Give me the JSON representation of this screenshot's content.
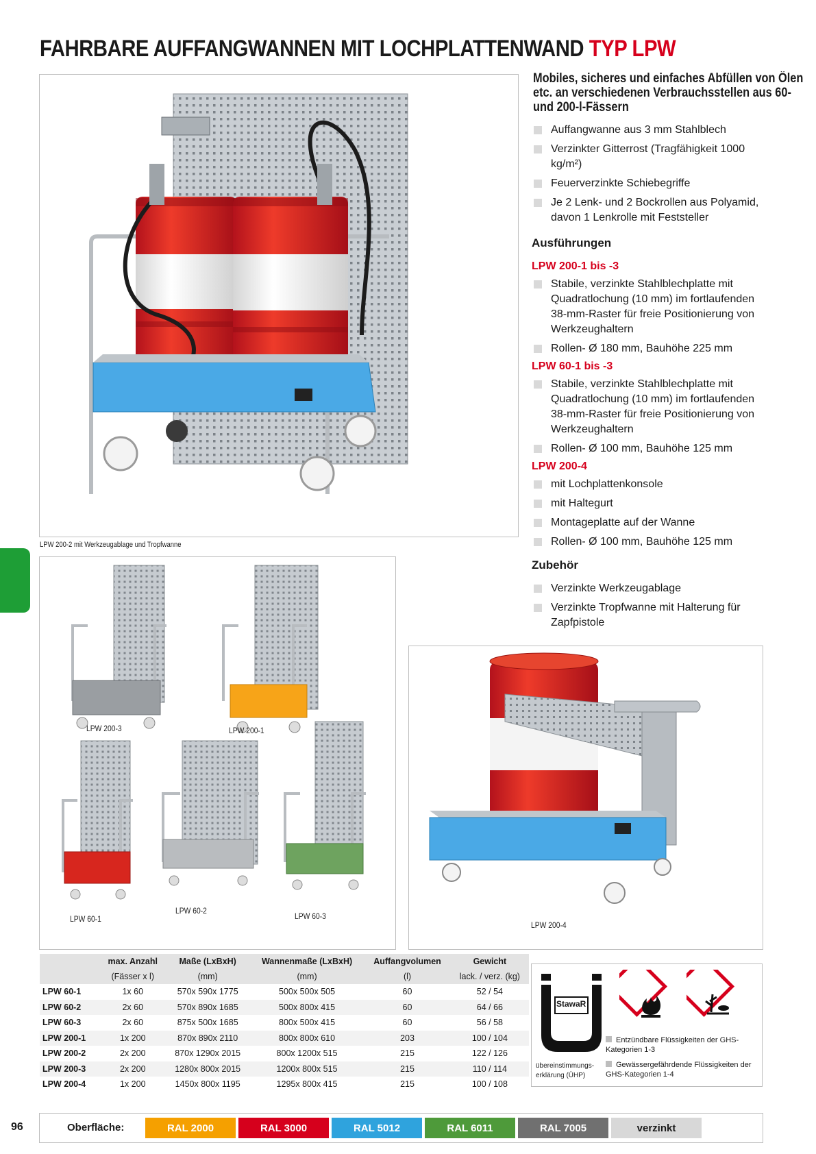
{
  "title": {
    "main": "FAHRBARE AUFFANGWANNEN MIT LOCHPLATTENWAND ",
    "accent": "TYP LPW"
  },
  "intro": "Mobiles, sicheres und einfaches Abfüllen von Ölen etc. an verschiedenen Verbrauchsstellen aus 60- und 200-l-Fässern",
  "features": [
    "Auffangwanne aus 3 mm Stahlblech",
    "Verzinkter Gitterrost (Tragfähigkeit 1000 kg/m²)",
    "Feuerverzinkte Schiebegriffe",
    "Je 2 Lenk- und 2 Bockrollen aus Polyamid, davon 1 Lenkrolle mit Feststeller"
  ],
  "ausfuehrungen": {
    "heading": "Ausführungen",
    "groups": [
      {
        "title": "LPW 200-1 bis -3",
        "items": [
          "Stabile, verzinkte Stahlblechplatte mit Quadratlochung (10 mm) im fortlaufenden 38-mm-Raster für freie Positionierung von Werkzeughaltern",
          "Rollen- Ø 180 mm, Bauhöhe 225 mm"
        ]
      },
      {
        "title": "LPW 60-1 bis -3",
        "items": [
          "Stabile, verzinkte Stahlblechplatte mit Quadratlochung (10 mm) im fortlaufenden 38-mm-Raster für freie Positionierung von Werkzeughaltern",
          "Rollen- Ø 100 mm, Bauhöhe 125 mm"
        ]
      },
      {
        "title": "LPW 200-4",
        "items": [
          "mit Lochplattenkonsole",
          "mit Haltegurt",
          "Montageplatte auf der Wanne",
          "Rollen- Ø 100 mm, Bauhöhe 125 mm"
        ]
      }
    ]
  },
  "zubehoer": {
    "heading": "Zubehör",
    "items": [
      "Verzinkte Werkzeugablage",
      "Verzinkte Tropfwanne mit Halterung für Zapfpistole"
    ]
  },
  "main_caption": "LPW 200-2 mit Werkzeugablage und Tropfwanne",
  "grid_labels": [
    "LPW 200-3",
    "LPW 200-1",
    "LPW 60-1",
    "LPW 60-2",
    "LPW 60-3"
  ],
  "lpw2004_label": "LPW 200-4",
  "table": {
    "headers": [
      {
        "h": "",
        "s": ""
      },
      {
        "h": "max. Anzahl",
        "s": "(Fässer x l)"
      },
      {
        "h": "Maße (LxBxH)",
        "s": "(mm)"
      },
      {
        "h": "Wannenmaße (LxBxH)",
        "s": "(mm)"
      },
      {
        "h": "Auffangvolumen",
        "s": "(l)"
      },
      {
        "h": "Gewicht",
        "s": "lack. / verz. (kg)"
      }
    ],
    "rows": [
      [
        "LPW 60-1",
        "1x 60",
        "570x 590x 1775",
        "500x 500x 505",
        "60",
        "52 / 54"
      ],
      [
        "LPW 60-2",
        "2x 60",
        "570x 890x 1685",
        "500x 800x 415",
        "60",
        "64 / 66"
      ],
      [
        "LPW 60-3",
        "2x 60",
        "875x 500x 1685",
        "800x 500x 415",
        "60",
        "56 / 58"
      ],
      [
        "LPW 200-1",
        "1x 200",
        "870x 890x 2110",
        "800x 800x 610",
        "203",
        "100 / 104"
      ],
      [
        "LPW 200-2",
        "2x 200",
        "870x 1290x 2015",
        "800x 1200x 515",
        "215",
        "122 / 126"
      ],
      [
        "LPW 200-3",
        "2x 200",
        "1280x 800x 2015",
        "1200x 800x 515",
        "215",
        "110 / 114"
      ],
      [
        "LPW 200-4",
        "1x 200",
        "1450x 800x 1195",
        "1295x 800x 415",
        "215",
        "100 / 108"
      ]
    ]
  },
  "cert": {
    "logo_text": "StawaR",
    "logo_caption": "übereinstimmungs-erklärung (ÜHP)",
    "notes": [
      "Entzündbare Flüssigkeiten der GHS-Kategorien 1-3",
      "Gewässergefährdende Flüssigkeiten der GHS-Kategorien 1-4"
    ]
  },
  "page_number": "96",
  "surface_label": "Oberfläche:",
  "swatches": [
    {
      "label": "RAL 2000",
      "color": "#f5a000",
      "text": "#ffffff"
    },
    {
      "label": "RAL 3000",
      "color": "#d6001c",
      "text": "#ffffff"
    },
    {
      "label": "RAL 5012",
      "color": "#2fa3dd",
      "text": "#ffffff"
    },
    {
      "label": "RAL 6011",
      "color": "#4e9a3a",
      "text": "#ffffff"
    },
    {
      "label": "RAL 7005",
      "color": "#707070",
      "text": "#ffffff"
    },
    {
      "label": "verzinkt",
      "color": "#d8d8d8",
      "text": "#1a1a1a"
    }
  ]
}
